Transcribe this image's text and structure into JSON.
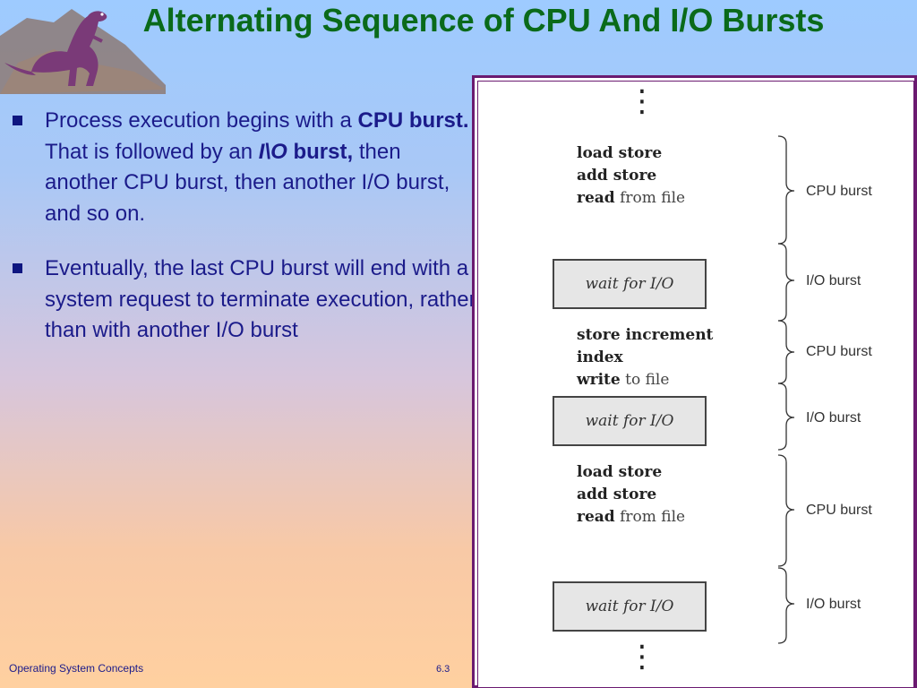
{
  "header": {
    "title": "Alternating Sequence of CPU And I/O Bursts"
  },
  "bullets": [
    {
      "p1": "Process execution begins with a ",
      "b1": "CPU burst.",
      "p2": " That is followed by an ",
      "bi": "I\\O",
      "b2": " burst,",
      "p3": " then another CPU burst, then another I/O burst, and so on."
    },
    {
      "text": "Eventually, the last CPU burst will end with a system request to terminate execution, rather than with another I/O burst"
    }
  ],
  "figure": {
    "top_dots": "⋮",
    "bottom_dots": "⋮",
    "block1": [
      {
        "kw": "load store",
        "pl": ""
      },
      {
        "kw": "add store",
        "pl": ""
      },
      {
        "kw": "read",
        "pl": " from file"
      }
    ],
    "wait1": "wait for I/O",
    "block2": [
      {
        "kw": "store increment",
        "pl": ""
      },
      {
        "kw": "index",
        "pl": ""
      },
      {
        "kw": "write",
        "pl": " to file"
      }
    ],
    "wait2": "wait for I/O",
    "block3": [
      {
        "kw": "load store",
        "pl": ""
      },
      {
        "kw": "add store",
        "pl": ""
      },
      {
        "kw": "read",
        "pl": " from file"
      }
    ],
    "wait3": "wait for I/O",
    "labels": [
      "CPU burst",
      "I/O burst",
      "CPU burst",
      "I/O burst",
      "CPU burst",
      "I/O burst"
    ]
  },
  "footer": {
    "course": "Operating System Concepts",
    "page": "6.3"
  }
}
